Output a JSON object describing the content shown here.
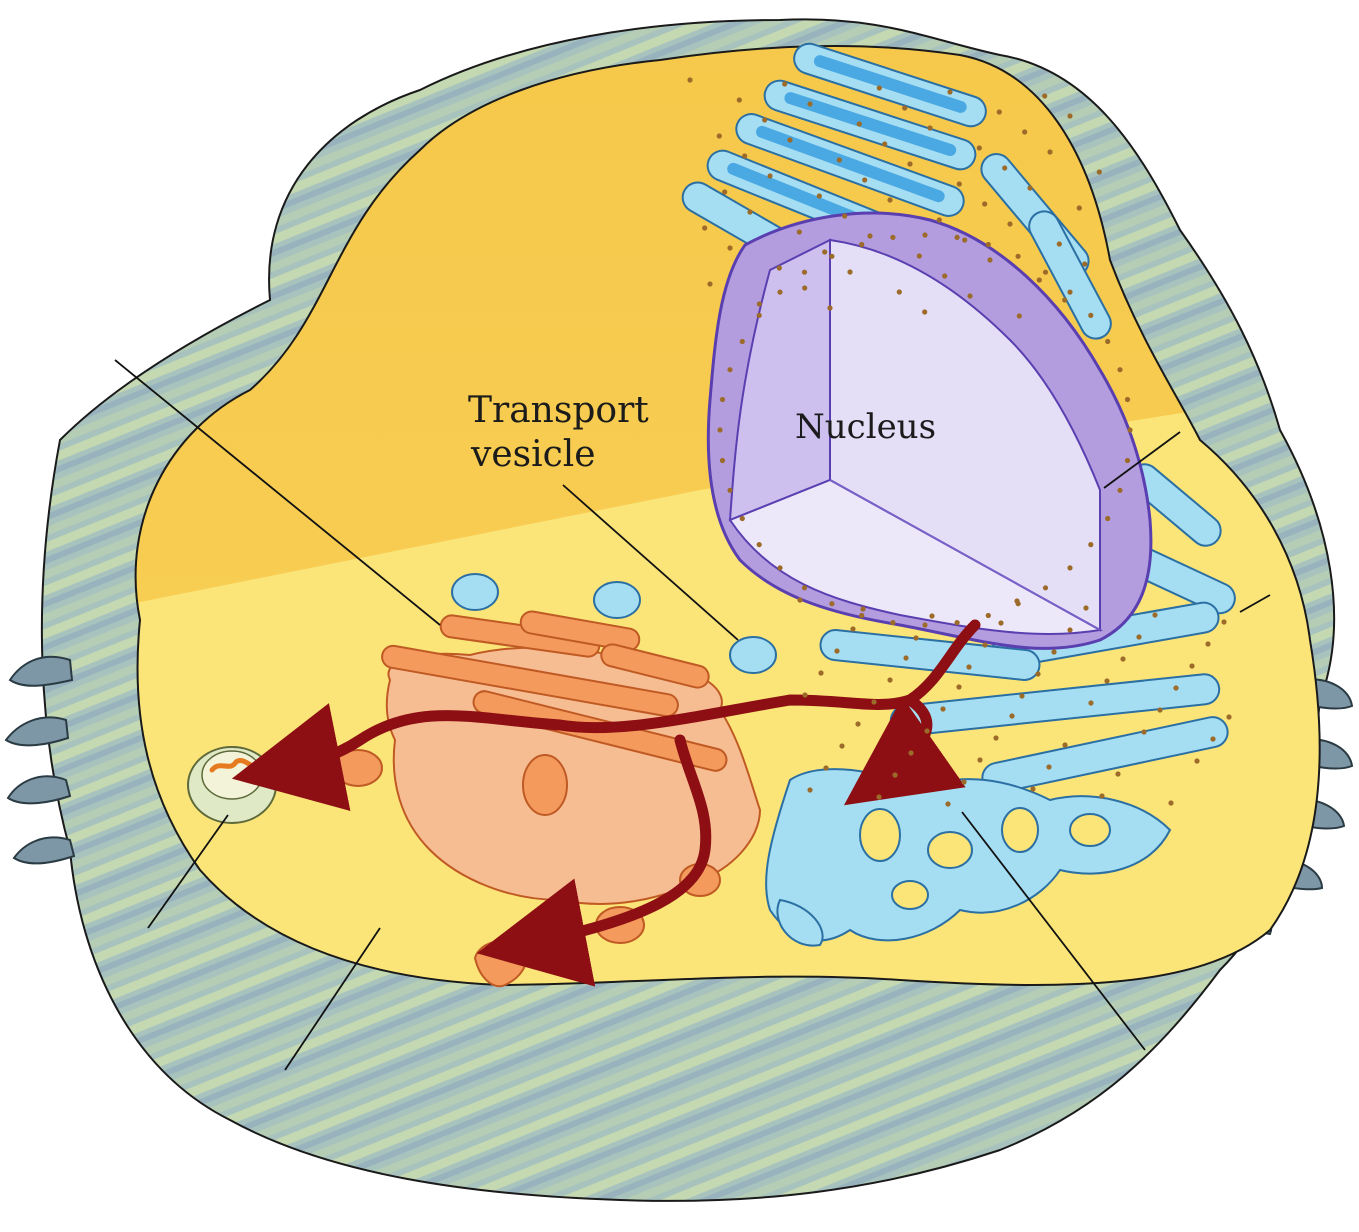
{
  "diagram": {
    "labels": {
      "transport_vesicle_line1": "Transport",
      "transport_vesicle_line2": "vesicle",
      "nucleus": "Nucleus"
    },
    "colors": {
      "extracellular": "#a9c4b9",
      "cytoplasm_dark": "#f6c94c",
      "cytoplasm_light": "#fbe77d",
      "nucleus": "#b49ddf",
      "nucleus_inner": "#ddd6f4",
      "rough_er": "#5bb9ec",
      "smooth_er": "#a5def3",
      "golgi": "#f4a06b",
      "pathway_arrow": "#8d0f13",
      "ribosome": "#9c6b2a",
      "leader_line": "#111111"
    }
  }
}
